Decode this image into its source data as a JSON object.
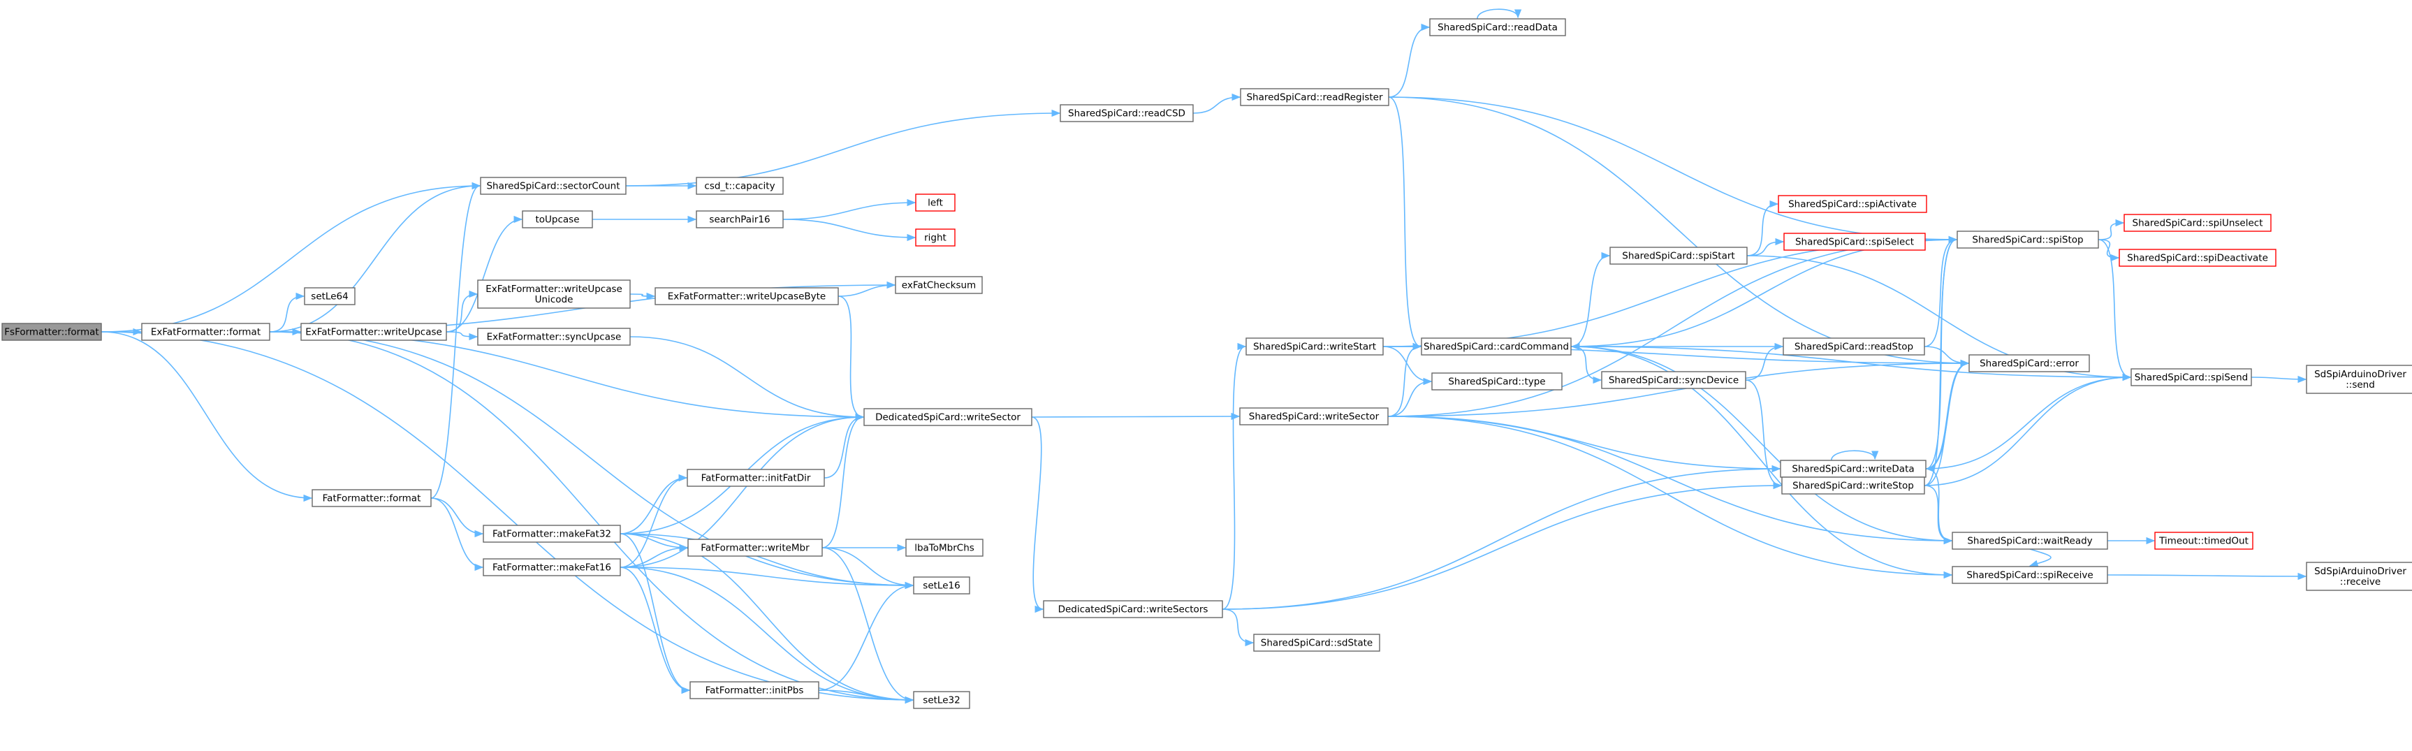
{
  "nodes": [
    {
      "id": "fsfmt",
      "lines": [
        "FsFormatter::format"
      ],
      "style": "root"
    },
    {
      "id": "exfmt",
      "lines": [
        "ExFatFormatter::format"
      ],
      "style": "normal"
    },
    {
      "id": "fatfmt",
      "lines": [
        "FatFormatter::format"
      ],
      "style": "normal"
    },
    {
      "id": "sectorCount",
      "lines": [
        "SharedSpiCard::sectorCount"
      ],
      "style": "normal"
    },
    {
      "id": "setLe64",
      "lines": [
        "setLe64"
      ],
      "style": "normal"
    },
    {
      "id": "writeUpcase",
      "lines": [
        "ExFatFormatter::writeUpcase"
      ],
      "style": "normal"
    },
    {
      "id": "toUpcase",
      "lines": [
        "toUpcase"
      ],
      "style": "normal"
    },
    {
      "id": "writeUpcaseUnicode",
      "lines": [
        "ExFatFormatter::writeUpcase",
        "Unicode"
      ],
      "style": "normal"
    },
    {
      "id": "syncUpcase",
      "lines": [
        "ExFatFormatter::syncUpcase"
      ],
      "style": "normal"
    },
    {
      "id": "makeFat32",
      "lines": [
        "FatFormatter::makeFat32"
      ],
      "style": "normal"
    },
    {
      "id": "makeFat16",
      "lines": [
        "FatFormatter::makeFat16"
      ],
      "style": "normal"
    },
    {
      "id": "csdCapacity",
      "lines": [
        "csd_t::capacity"
      ],
      "style": "normal"
    },
    {
      "id": "searchPair16",
      "lines": [
        "searchPair16"
      ],
      "style": "normal"
    },
    {
      "id": "left",
      "lines": [
        "left"
      ],
      "style": "ext"
    },
    {
      "id": "right",
      "lines": [
        "right"
      ],
      "style": "ext"
    },
    {
      "id": "exFatChecksum",
      "lines": [
        "exFatChecksum"
      ],
      "style": "normal"
    },
    {
      "id": "writeUpcaseByte",
      "lines": [
        "ExFatFormatter::writeUpcaseByte"
      ],
      "style": "normal"
    },
    {
      "id": "dWriteSector",
      "lines": [
        "DedicatedSpiCard::writeSector"
      ],
      "style": "normal"
    },
    {
      "id": "initFatDir",
      "lines": [
        "FatFormatter::initFatDir"
      ],
      "style": "normal"
    },
    {
      "id": "writeMbr",
      "lines": [
        "FatFormatter::writeMbr"
      ],
      "style": "normal"
    },
    {
      "id": "lbaToMbrChs",
      "lines": [
        "lbaToMbrChs"
      ],
      "style": "normal"
    },
    {
      "id": "setLe16",
      "lines": [
        "setLe16"
      ],
      "style": "normal"
    },
    {
      "id": "initPbs",
      "lines": [
        "FatFormatter::initPbs"
      ],
      "style": "normal"
    },
    {
      "id": "setLe32",
      "lines": [
        "setLe32"
      ],
      "style": "normal"
    },
    {
      "id": "readCSD",
      "lines": [
        "SharedSpiCard::readCSD"
      ],
      "style": "normal"
    },
    {
      "id": "dWriteSectors",
      "lines": [
        "DedicatedSpiCard::writeSectors"
      ],
      "style": "normal"
    },
    {
      "id": "readRegister",
      "lines": [
        "SharedSpiCard::readRegister"
      ],
      "style": "normal"
    },
    {
      "id": "readData",
      "lines": [
        "SharedSpiCard::readData"
      ],
      "style": "normal"
    },
    {
      "id": "writeStart",
      "lines": [
        "SharedSpiCard::writeStart"
      ],
      "style": "normal"
    },
    {
      "id": "sWriteSector",
      "lines": [
        "SharedSpiCard::writeSector"
      ],
      "style": "normal"
    },
    {
      "id": "sdState",
      "lines": [
        "SharedSpiCard::sdState"
      ],
      "style": "normal"
    },
    {
      "id": "cardCommand",
      "lines": [
        "SharedSpiCard::cardCommand"
      ],
      "style": "normal"
    },
    {
      "id": "type",
      "lines": [
        "SharedSpiCard::type"
      ],
      "style": "normal"
    },
    {
      "id": "spiStart",
      "lines": [
        "SharedSpiCard::spiStart"
      ],
      "style": "normal"
    },
    {
      "id": "syncDevice",
      "lines": [
        "SharedSpiCard::syncDevice"
      ],
      "style": "normal"
    },
    {
      "id": "spiActivate",
      "lines": [
        "SharedSpiCard::spiActivate"
      ],
      "style": "ext"
    },
    {
      "id": "spiSelect",
      "lines": [
        "SharedSpiCard::spiSelect"
      ],
      "style": "ext"
    },
    {
      "id": "readStop",
      "lines": [
        "SharedSpiCard::readStop"
      ],
      "style": "normal"
    },
    {
      "id": "writeData",
      "lines": [
        "SharedSpiCard::writeData"
      ],
      "style": "normal"
    },
    {
      "id": "writeStop",
      "lines": [
        "SharedSpiCard::writeStop"
      ],
      "style": "normal"
    },
    {
      "id": "spiStop",
      "lines": [
        "SharedSpiCard::spiStop"
      ],
      "style": "normal"
    },
    {
      "id": "error",
      "lines": [
        "SharedSpiCard::error"
      ],
      "style": "normal"
    },
    {
      "id": "waitReady",
      "lines": [
        "SharedSpiCard::waitReady"
      ],
      "style": "normal"
    },
    {
      "id": "spiReceive",
      "lines": [
        "SharedSpiCard::spiReceive"
      ],
      "style": "normal"
    },
    {
      "id": "spiUnselect",
      "lines": [
        "SharedSpiCard::spiUnselect"
      ],
      "style": "ext"
    },
    {
      "id": "spiDeactivate",
      "lines": [
        "SharedSpiCard::spiDeactivate"
      ],
      "style": "ext"
    },
    {
      "id": "spiSend",
      "lines": [
        "SharedSpiCard::spiSend"
      ],
      "style": "normal"
    },
    {
      "id": "timedOut",
      "lines": [
        "Timeout::timedOut"
      ],
      "style": "ext"
    },
    {
      "id": "sdSend",
      "lines": [
        "SdSpiArduinoDriver",
        "::send"
      ],
      "style": "normal"
    },
    {
      "id": "sdReceive",
      "lines": [
        "SdSpiArduinoDriver",
        "::receive"
      ],
      "style": "normal"
    }
  ],
  "edges": [
    [
      "fsfmt",
      "exfmt"
    ],
    [
      "fsfmt",
      "fatfmt"
    ],
    [
      "fsfmt",
      "sectorCount"
    ],
    [
      "fsfmt",
      "setLe32"
    ],
    [
      "exfmt",
      "sectorCount"
    ],
    [
      "exfmt",
      "setLe64"
    ],
    [
      "exfmt",
      "writeUpcase"
    ],
    [
      "exfmt",
      "exFatChecksum"
    ],
    [
      "exfmt",
      "dWriteSector"
    ],
    [
      "exfmt",
      "setLe16"
    ],
    [
      "exfmt",
      "setLe32"
    ],
    [
      "writeUpcase",
      "toUpcase"
    ],
    [
      "writeUpcase",
      "writeUpcaseUnicode"
    ],
    [
      "writeUpcase",
      "syncUpcase"
    ],
    [
      "toUpcase",
      "searchPair16"
    ],
    [
      "searchPair16",
      "left"
    ],
    [
      "searchPair16",
      "right"
    ],
    [
      "writeUpcaseUnicode",
      "writeUpcaseByte"
    ],
    [
      "writeUpcaseByte",
      "exFatChecksum"
    ],
    [
      "writeUpcaseByte",
      "dWriteSector"
    ],
    [
      "syncUpcase",
      "dWriteSector"
    ],
    [
      "sectorCount",
      "csdCapacity"
    ],
    [
      "sectorCount",
      "readCSD"
    ],
    [
      "readCSD",
      "readRegister"
    ],
    [
      "readRegister",
      "readData"
    ],
    [
      "readData",
      "readData"
    ],
    [
      "readRegister",
      "spiStop"
    ],
    [
      "readRegister",
      "error"
    ],
    [
      "readRegister",
      "cardCommand"
    ],
    [
      "fatfmt",
      "sectorCount"
    ],
    [
      "fatfmt",
      "makeFat32"
    ],
    [
      "fatfmt",
      "makeFat16"
    ],
    [
      "makeFat32",
      "initFatDir"
    ],
    [
      "makeFat32",
      "writeMbr"
    ],
    [
      "makeFat32",
      "setLe16"
    ],
    [
      "makeFat32",
      "setLe32"
    ],
    [
      "makeFat32",
      "initPbs"
    ],
    [
      "makeFat32",
      "dWriteSector"
    ],
    [
      "makeFat16",
      "initFatDir"
    ],
    [
      "makeFat16",
      "writeMbr"
    ],
    [
      "makeFat16",
      "setLe16"
    ],
    [
      "makeFat16",
      "setLe32"
    ],
    [
      "makeFat16",
      "initPbs"
    ],
    [
      "makeFat16",
      "dWriteSector"
    ],
    [
      "initFatDir",
      "dWriteSector"
    ],
    [
      "writeMbr",
      "lbaToMbrChs"
    ],
    [
      "writeMbr",
      "setLe16"
    ],
    [
      "writeMbr",
      "setLe32"
    ],
    [
      "writeMbr",
      "dWriteSector"
    ],
    [
      "initPbs",
      "setLe16"
    ],
    [
      "initPbs",
      "setLe32"
    ],
    [
      "dWriteSector",
      "sWriteSector"
    ],
    [
      "dWriteSector",
      "dWriteSectors"
    ],
    [
      "dWriteSectors",
      "writeStart"
    ],
    [
      "dWriteSectors",
      "sdState"
    ],
    [
      "dWriteSectors",
      "writeData"
    ],
    [
      "dWriteSectors",
      "writeStop"
    ],
    [
      "writeStart",
      "cardCommand"
    ],
    [
      "writeStart",
      "type"
    ],
    [
      "writeStart",
      "spiStop"
    ],
    [
      "writeStart",
      "error"
    ],
    [
      "sWriteSector",
      "cardCommand"
    ],
    [
      "sWriteSector",
      "type"
    ],
    [
      "sWriteSector",
      "writeData"
    ],
    [
      "sWriteSector",
      "spiStop"
    ],
    [
      "sWriteSector",
      "error"
    ],
    [
      "sWriteSector",
      "waitReady"
    ],
    [
      "sWriteSector",
      "spiReceive"
    ],
    [
      "cardCommand",
      "spiStart"
    ],
    [
      "cardCommand",
      "syncDevice"
    ],
    [
      "cardCommand",
      "spiSend"
    ],
    [
      "cardCommand",
      "spiReceive"
    ],
    [
      "cardCommand",
      "waitReady"
    ],
    [
      "cardCommand",
      "spiStop"
    ],
    [
      "spiStart",
      "spiActivate"
    ],
    [
      "spiStart",
      "spiSelect"
    ],
    [
      "spiStart",
      "spiSend"
    ],
    [
      "syncDevice",
      "readStop"
    ],
    [
      "syncDevice",
      "writeStop"
    ],
    [
      "readStop",
      "cardCommand"
    ],
    [
      "readStop",
      "spiStop"
    ],
    [
      "readStop",
      "error"
    ],
    [
      "writeData",
      "writeData"
    ],
    [
      "writeData",
      "spiSend"
    ],
    [
      "writeData",
      "waitReady"
    ],
    [
      "writeData",
      "spiStop"
    ],
    [
      "writeData",
      "error"
    ],
    [
      "writeStop",
      "spiSend"
    ],
    [
      "writeStop",
      "waitReady"
    ],
    [
      "writeStop",
      "spiStop"
    ],
    [
      "writeStop",
      "error"
    ],
    [
      "spiStop",
      "spiUnselect"
    ],
    [
      "spiStop",
      "spiDeactivate"
    ],
    [
      "spiStop",
      "spiSend"
    ],
    [
      "error",
      "writeData"
    ],
    [
      "waitReady",
      "spiReceive"
    ],
    [
      "waitReady",
      "timedOut"
    ],
    [
      "spiSend",
      "sdSend"
    ],
    [
      "spiReceive",
      "sdReceive"
    ]
  ],
  "colors": {
    "edge": "#63b8ff",
    "node_border": "#666666",
    "root_fill": "#999999",
    "ext_border": "#ff0000"
  }
}
